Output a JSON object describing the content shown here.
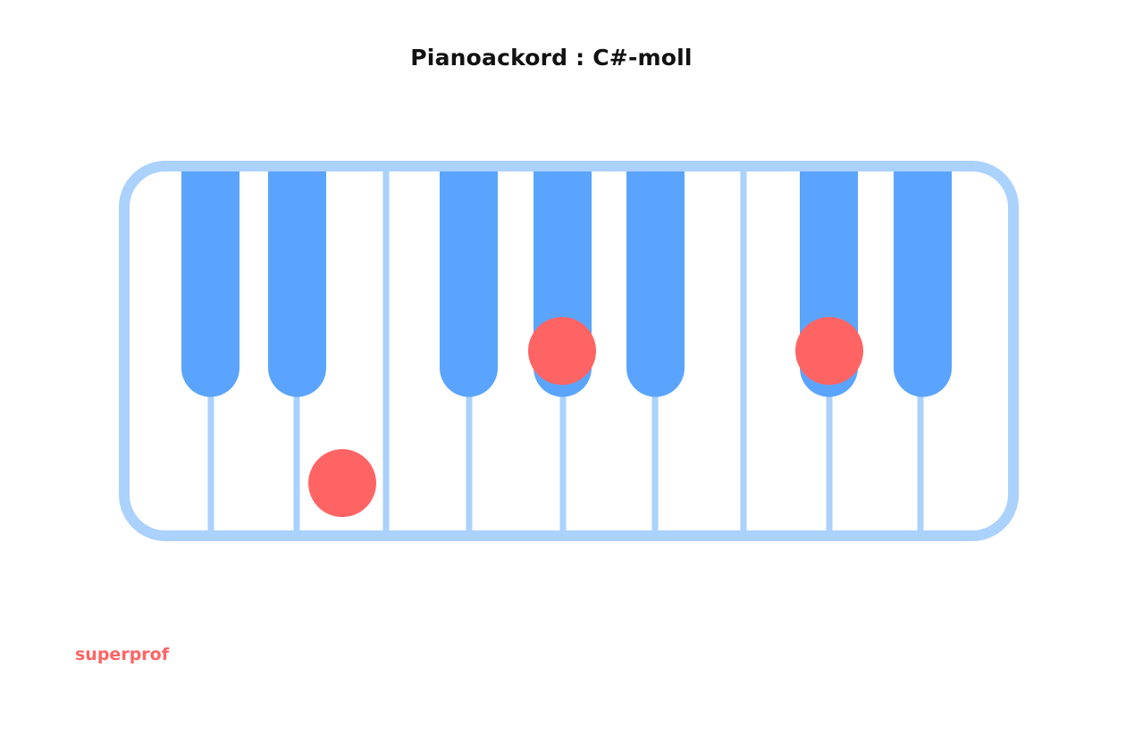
{
  "title": "Pianoackord : C#-moll",
  "logo": "superprof",
  "colors": {
    "frame": "#abd1fd",
    "black_key": "#5ba4fd",
    "note_marker": "#ff6464"
  },
  "chord": {
    "name": "C#-moll",
    "notes": [
      "C#",
      "E",
      "G#"
    ]
  }
}
